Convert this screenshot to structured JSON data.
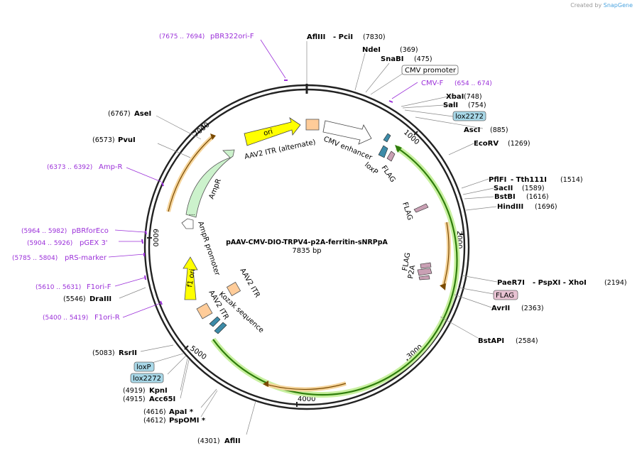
{
  "branding": {
    "prefix": "Created by",
    "brand": "SnapGene"
  },
  "plasmid": {
    "name": "pAAV-CMV-DIO-TRPV4-p2A-ferritin-sNRPpA",
    "size": "7835 bp"
  },
  "ticks": [
    "1000",
    "2000",
    "3000",
    "4000",
    "5000",
    "6000",
    "7000"
  ],
  "sites": [
    {
      "name": "AflIII",
      "suffix": " - PciI",
      "pos": "(7830)"
    },
    {
      "name": "NdeI",
      "pos": "(369)"
    },
    {
      "name": "SnaBI",
      "pos": "(475)"
    },
    {
      "name": "XbaI",
      "pos": "(748)"
    },
    {
      "name": "SalI",
      "pos": "(754)"
    },
    {
      "name": "AscI",
      "pos": "(885)"
    },
    {
      "name": "EcoRV",
      "pos": "(1269)"
    },
    {
      "name": "PflFI",
      "suffix": " - Tth111I",
      "pos": "(1514)"
    },
    {
      "name": "SacII",
      "pos": "(1589)"
    },
    {
      "name": "BstBI",
      "pos": "(1616)"
    },
    {
      "name": "HindIII",
      "pos": "(1696)"
    },
    {
      "name": "PaeR7I",
      "suffix": " - PspXI - XhoI",
      "pos": "(2194)"
    },
    {
      "name": "AvrII",
      "pos": "(2363)"
    },
    {
      "name": "BstAPI",
      "pos": "(2584)"
    },
    {
      "name": "AflII",
      "pos": "(4301)"
    },
    {
      "name": "ApaI *",
      "pos": "(4616)"
    },
    {
      "name": "PspOMI *",
      "pos": "(4612)"
    },
    {
      "name": "KpnI",
      "pos": "(4919)"
    },
    {
      "name": "Acc65I",
      "pos": "(4915)"
    },
    {
      "name": "RsrII",
      "pos": "(5083)"
    },
    {
      "name": "DraIII",
      "pos": "(5546)"
    },
    {
      "name": "PvuI",
      "pos": "(6573)"
    },
    {
      "name": "AseI",
      "pos": "(6767)"
    }
  ],
  "primers": [
    {
      "range": "(7675 .. 7694)",
      "name": "pBR322ori-F"
    },
    {
      "range": "(654 .. 674)",
      "name": "CMV-F"
    },
    {
      "range": "(6373 .. 6392)",
      "name": "Amp-R"
    },
    {
      "range": "(5964 .. 5982)",
      "name": "pBRforEco"
    },
    {
      "range": "(5904 .. 5926)",
      "name": "pGEX 3'"
    },
    {
      "range": "(5785 .. 5804)",
      "name": "pRS-marker"
    },
    {
      "range": "(5610 .. 5631)",
      "name": "F1ori-F"
    },
    {
      "range": "(5400 .. 5419)",
      "name": "F1ori-R"
    }
  ],
  "boxed_labels": [
    "CMV promoter",
    "lox2272",
    "FLAG",
    "loxP",
    "lox2272"
  ],
  "features": [
    "ori",
    "AAV2 ITR (alternate)",
    "CMV enhancer",
    "loxP",
    "FLAG",
    "FLAG",
    "FLAG",
    "P2A",
    "AmpR",
    "AmpR promoter",
    "f1 ori",
    "AAV2 ITR",
    "AAV2 ITR",
    "Kozak sequence",
    "..."
  ],
  "colors": {
    "ori": "#ffff00",
    "ampr": "#ccf2cc",
    "itr": "#ffcc99",
    "loxp": "#3d8ba8",
    "flag": "#c9a0b4",
    "orf_highlight": "#c8f0a0",
    "orf": "#2e7d0a",
    "orange_orf": "#f2b15c",
    "primer": "#9b30d9",
    "boxed_blue": "#a8d8e8",
    "boxed_pink": "#e8c3d3"
  }
}
